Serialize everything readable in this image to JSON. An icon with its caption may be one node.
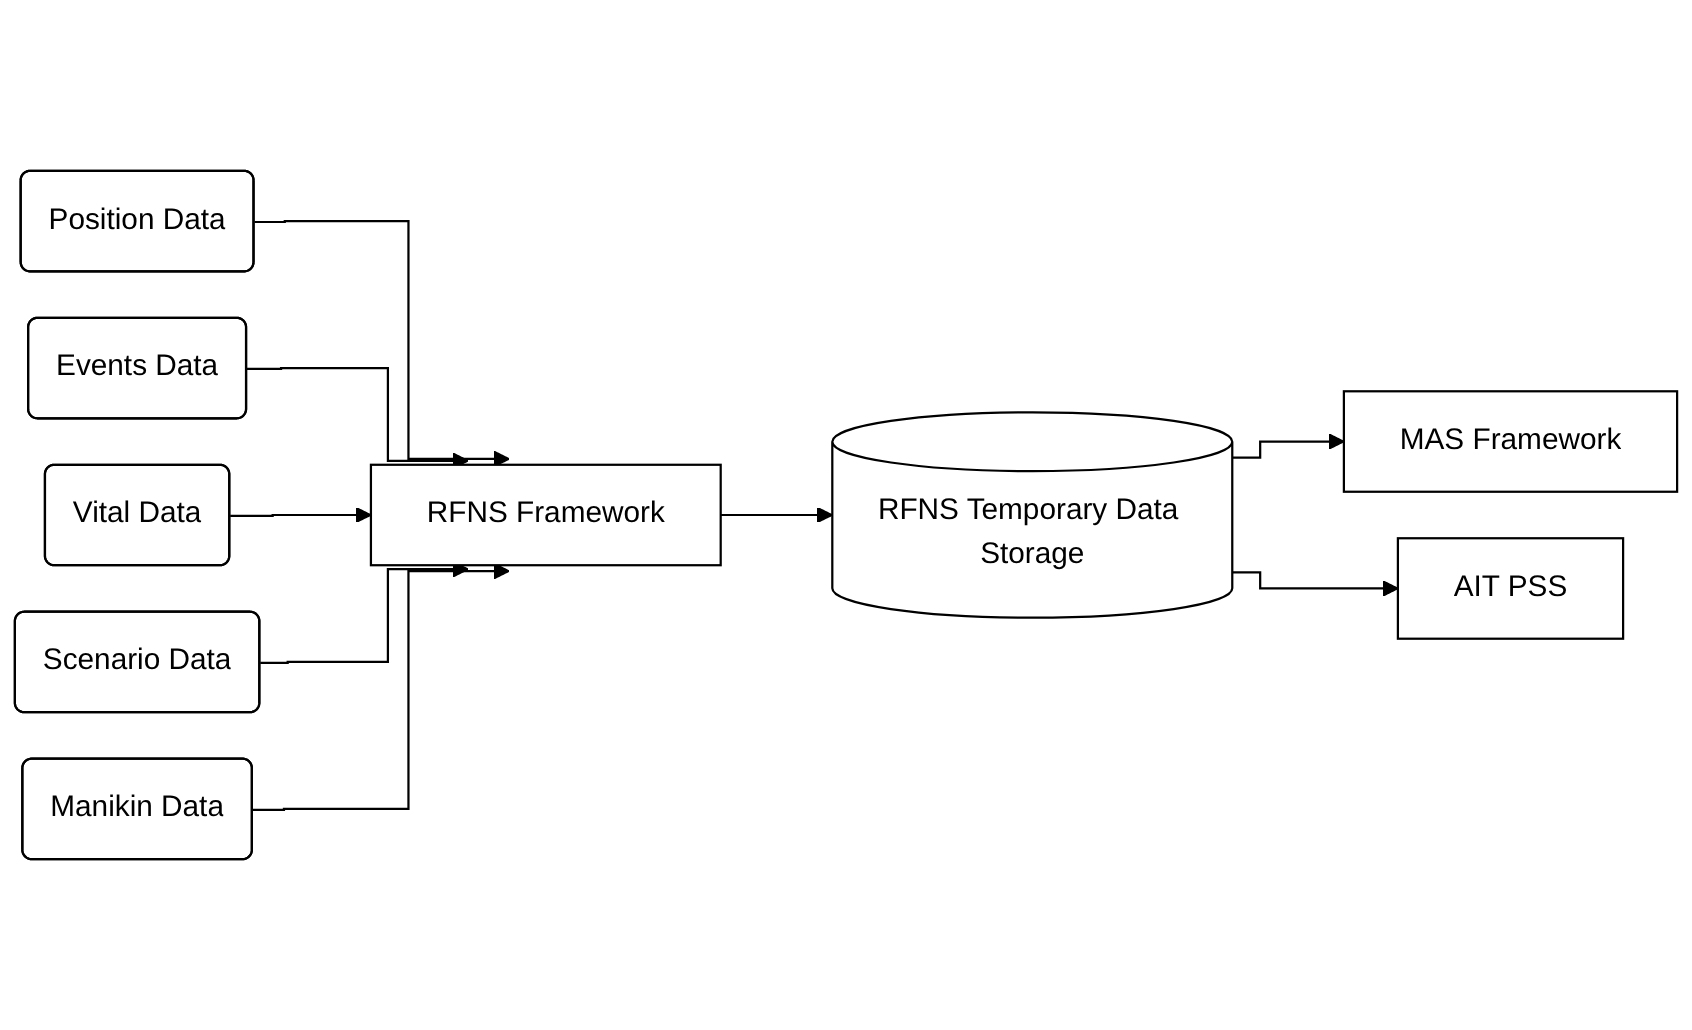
{
  "diagram": {
    "nodes": [
      {
        "text": [
          "Position Data"
        ]
      },
      {
        "text": [
          "Events Data"
        ]
      },
      {
        "text": [
          "Vital Data"
        ]
      },
      {
        "text": [
          "Scenario Data"
        ]
      },
      {
        "text": [
          "Manikin Data"
        ]
      },
      {
        "text": [
          "RFNS Framework"
        ]
      },
      {
        "text": [
          "RFNS Temporary Data Storage"
        ]
      },
      {
        "text": [
          "MAS Framework"
        ]
      },
      {
        "text": [
          "AIT PSS"
        ]
      }
    ],
    "edges": [
      {
        "from": 0,
        "to": 5,
        "arrow": "to"
      },
      {
        "from": 1,
        "to": 5,
        "arrow": "to"
      },
      {
        "from": 2,
        "to": 5,
        "arrow": "to"
      },
      {
        "from": 3,
        "to": 5,
        "arrow": "to"
      },
      {
        "from": 4,
        "to": 5,
        "arrow": "to"
      },
      {
        "from": 5,
        "to": 6,
        "arrow": "to"
      },
      {
        "from": 6,
        "to": 7,
        "arrow": "to"
      },
      {
        "from": 6,
        "to": 8,
        "arrow": "to"
      }
    ]
  }
}
